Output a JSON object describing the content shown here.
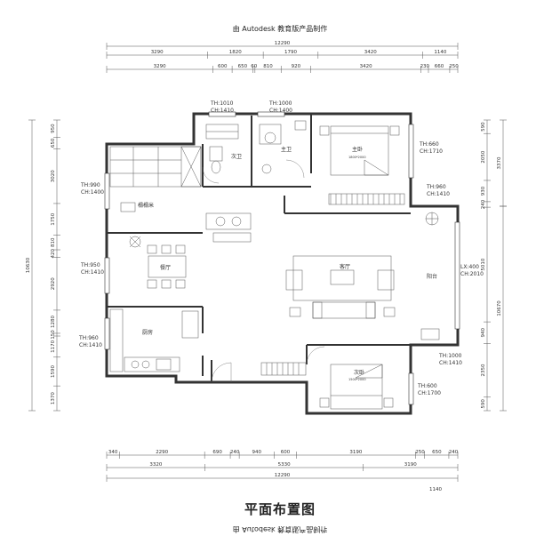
{
  "header": {
    "text": "由 Autodesk 教育版产品制作"
  },
  "footer": {
    "title": "平面布置图",
    "mirror_text": "由 Autodesk 教育版产品制作"
  },
  "dims": {
    "top_total": "12290",
    "top_row1": [
      "3290",
      "1820",
      "1790",
      "3420",
      "1140"
    ],
    "top_row2": [
      "3290",
      "600",
      "650",
      "60",
      "810",
      "920",
      "3420",
      "230",
      "660",
      "250"
    ],
    "bottom_row1": [
      "340",
      "2290",
      "690",
      "240",
      "940",
      "600",
      "3190",
      "250",
      "650",
      "240"
    ],
    "bottom_row2": [
      "3320",
      "5330",
      "3190"
    ],
    "bottom_total": "12290",
    "bottom_right": "1140",
    "left_total": "10630",
    "left_outer": [
      "950",
      "650",
      "3020",
      "1750",
      "810",
      "420",
      "2920",
      "1280",
      "150",
      "1170",
      "1590",
      "1370"
    ],
    "right_outer": [
      "590",
      "2050",
      "930",
      "240",
      "5010",
      "940",
      "2350",
      "590"
    ],
    "right_mid": [
      "3370",
      "10670"
    ]
  },
  "rooms": {
    "master_bedroom": {
      "name": "主卧",
      "bed": "1800*2000"
    },
    "second_bedroom": {
      "name": "次卧",
      "bed": "1500*2000"
    },
    "living_room": {
      "name": "客厅"
    },
    "dining_room": {
      "name": "餐厅"
    },
    "kitchen": {
      "name": "厨房"
    },
    "master_bath": {
      "name": "主卫"
    },
    "second_bath": {
      "name": "次卫"
    },
    "tatami": {
      "name": "榻榻米"
    },
    "balcony": {
      "name": "阳台"
    }
  },
  "openings": {
    "op1": [
      "TH:1010",
      "CH:1410"
    ],
    "op2": [
      "TH:1000",
      "CH:1400"
    ],
    "op3": [
      "TH:660",
      "CH:1710"
    ],
    "op4": [
      "TH:990",
      "CH:1400"
    ],
    "op5": [
      "TH:960",
      "CH:1410"
    ],
    "op6": [
      "TH:950",
      "CH:1410"
    ],
    "op7": [
      "LX:400",
      "CH:2010"
    ],
    "op8": [
      "TH:960",
      "CH:1410"
    ],
    "op9": [
      "TH:1000",
      "CH:1410"
    ],
    "op10": [
      "TH:600",
      "CH:1700"
    ]
  }
}
